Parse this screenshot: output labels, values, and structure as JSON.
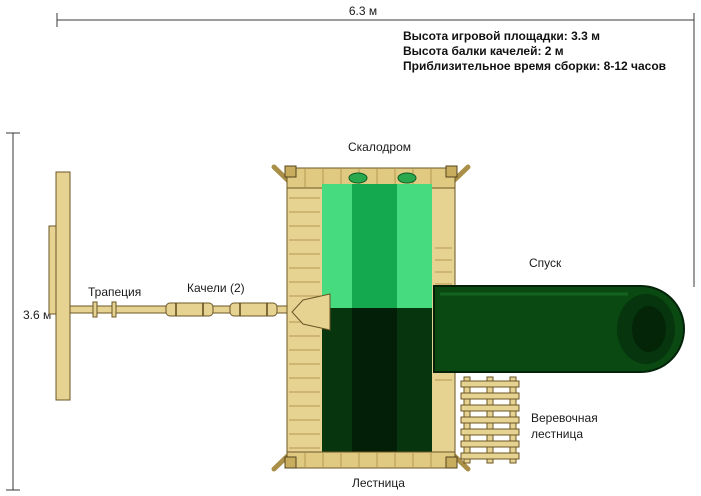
{
  "diagram": {
    "dim_width": "6.3 м",
    "dim_height": "3.6 м",
    "specs": [
      "Высота игровой площадки: 3.3 м",
      "Высота балки качелей: 2 м",
      "Приблизительное время сборки: 8-12 часов"
    ],
    "labels": {
      "climbing_wall": "Скалодром",
      "slide": "Спуск",
      "trapeze": "Трапеция",
      "swings": "Качели (2)",
      "rope_ladder_line1": "Веревочная",
      "rope_ladder_line2": "лестница",
      "ladder": "Лестница"
    },
    "colors": {
      "wood": "#e7d391",
      "wood_dark": "#c9ad5e",
      "wood_outline": "#6b5626",
      "green_light": "#45db7e",
      "green_mid": "#14a94e",
      "green_dark": "#07350d",
      "green_darker": "#041f07",
      "slide": "#0a4a12",
      "slide_inner": "#06350e",
      "dimension_line": "#3a3a3a",
      "text": "#1a1a1a"
    }
  }
}
